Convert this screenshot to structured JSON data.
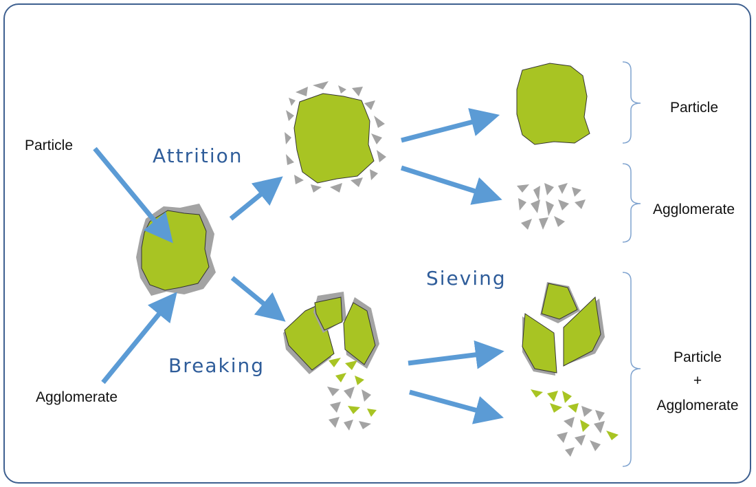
{
  "labels": {
    "input_particle": "Particle",
    "input_agglomerate": "Agglomerate",
    "process_attrition": "Attrition",
    "process_breaking": "Breaking",
    "process_sieving": "Sieving",
    "out_particle": "Particle",
    "out_agglomerate": "Agglomerate",
    "out_mixed_particle": "Particle",
    "out_mixed_plus": "+",
    "out_mixed_agglomerate": "Agglomerate"
  },
  "colors": {
    "particle_green": "#a8c423",
    "fragment_grey": "#a3a3a3",
    "arrow_blue": "#5b9bd5",
    "frame_blue": "#3d5f8f",
    "process_text": "#2f5d9a",
    "bracket": "#7fa3cf"
  }
}
